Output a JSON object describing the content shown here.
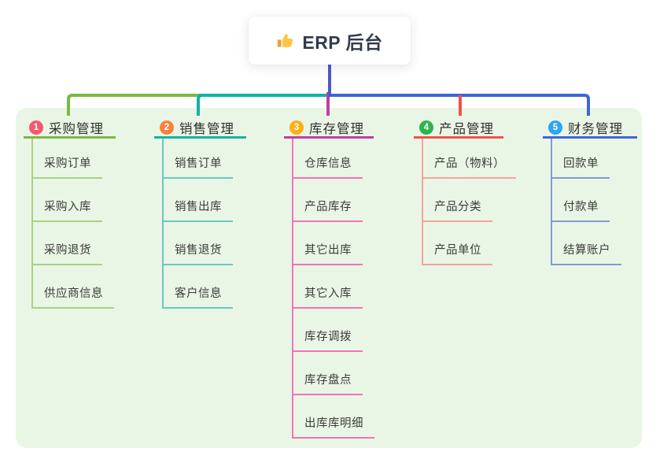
{
  "root": {
    "title": "ERP 后台",
    "icon": "thumbs-up-icon",
    "icon_colors": {
      "hand": "#FFC53D",
      "cuff": "#E8A33D"
    }
  },
  "canvas": {
    "background": "#FFFFFF",
    "panel_background": "#EAF6E5"
  },
  "connectors": {
    "root_color": "#4D57C8"
  },
  "branches": [
    {
      "num": "1",
      "title": "采购管理",
      "badge_color": "#F4586E",
      "strong": "#7CB93F",
      "light": "#A9D184",
      "items": [
        "采购订单",
        "采购入库",
        "采购退货",
        "供应商信息"
      ]
    },
    {
      "num": "2",
      "title": "销售管理",
      "badge_color": "#F8823B",
      "strong": "#13B3A5",
      "light": "#67CABF",
      "items": [
        "销售订单",
        "销售出库",
        "销售退货",
        "客户信息"
      ]
    },
    {
      "num": "3",
      "title": "库存管理",
      "badge_color": "#FCAF14",
      "strong": "#C33CA3",
      "light": "#F173B7",
      "items": [
        "仓库信息",
        "产品库存",
        "其它出库",
        "其它入库",
        "库存调拨",
        "库存盘点",
        "出库库明细"
      ]
    },
    {
      "num": "4",
      "title": "产品管理",
      "badge_color": "#2BB54E",
      "strong": "#F5504A",
      "light": "#F7A29B",
      "items": [
        "产品（物料）",
        "产品分类",
        "产品单位"
      ]
    },
    {
      "num": "5",
      "title": "财务管理",
      "badge_color": "#2BA6F0",
      "strong": "#3D66DB",
      "light": "#8299DD",
      "items": [
        "回款单",
        "付款单",
        "结算账户"
      ]
    }
  ]
}
